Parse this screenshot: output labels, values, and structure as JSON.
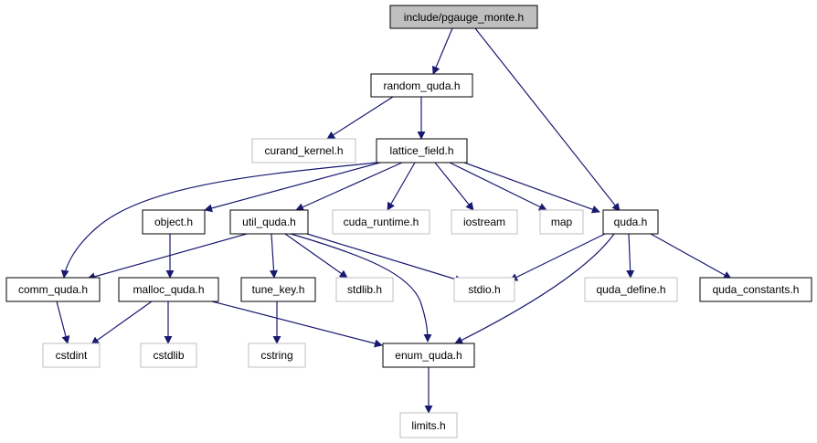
{
  "colors": {
    "edge": "#191970",
    "root_fill": "#bfbfbf",
    "node_border": "#000000",
    "external_border": "#bfbfbf",
    "background": "#ffffff"
  },
  "nodes": {
    "root": "include/pgauge_monte.h",
    "random_quda": "random_quda.h",
    "curand_kernel": "curand_kernel.h",
    "lattice_field": "lattice_field.h",
    "object": "object.h",
    "util_quda": "util_quda.h",
    "cuda_runtime": "cuda_runtime.h",
    "iostream": "iostream",
    "map": "map",
    "quda": "quda.h",
    "comm_quda": "comm_quda.h",
    "malloc_quda": "malloc_quda.h",
    "tune_key": "tune_key.h",
    "stdlib": "stdlib.h",
    "stdio": "stdio.h",
    "quda_define": "quda_define.h",
    "quda_constants": "quda_constants.h",
    "cstdint": "cstdint",
    "cstdlib": "cstdlib",
    "cstring": "cstring",
    "enum_quda": "enum_quda.h",
    "limits": "limits.h"
  }
}
